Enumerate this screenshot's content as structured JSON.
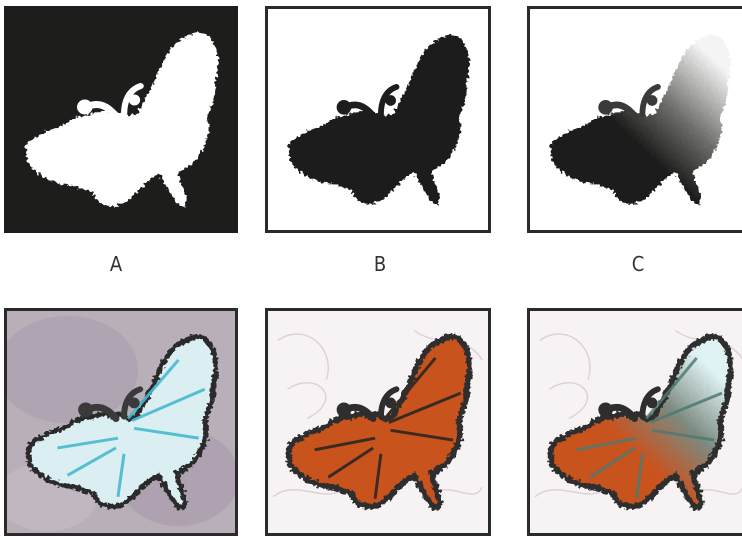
{
  "panels": [
    {
      "id": "a",
      "label": "A",
      "variant": "white-mask-on-black"
    },
    {
      "id": "b",
      "label": "B",
      "variant": "black-mask-on-white"
    },
    {
      "id": "c",
      "label": "C",
      "variant": "gradient-mask-on-white"
    },
    {
      "id": "d",
      "label": "",
      "variant": "inverted-color-butterfly"
    },
    {
      "id": "e",
      "label": "",
      "variant": "orange-butterfly"
    },
    {
      "id": "f",
      "label": "",
      "variant": "blended-butterfly"
    }
  ],
  "labels": {
    "a": "A",
    "b": "B",
    "c": "C"
  },
  "colors": {
    "mask_dark": "#1d1d1b",
    "mask_white": "#ffffff",
    "frame": "#2a2a2a",
    "monarch_orange": "#c8531f",
    "monarch_dark_vein": "#3a2a22",
    "inverted_cyan": "#5fc8d8",
    "inverted_background": "#b9afb9",
    "sketch_background": "#f7f3f5"
  }
}
